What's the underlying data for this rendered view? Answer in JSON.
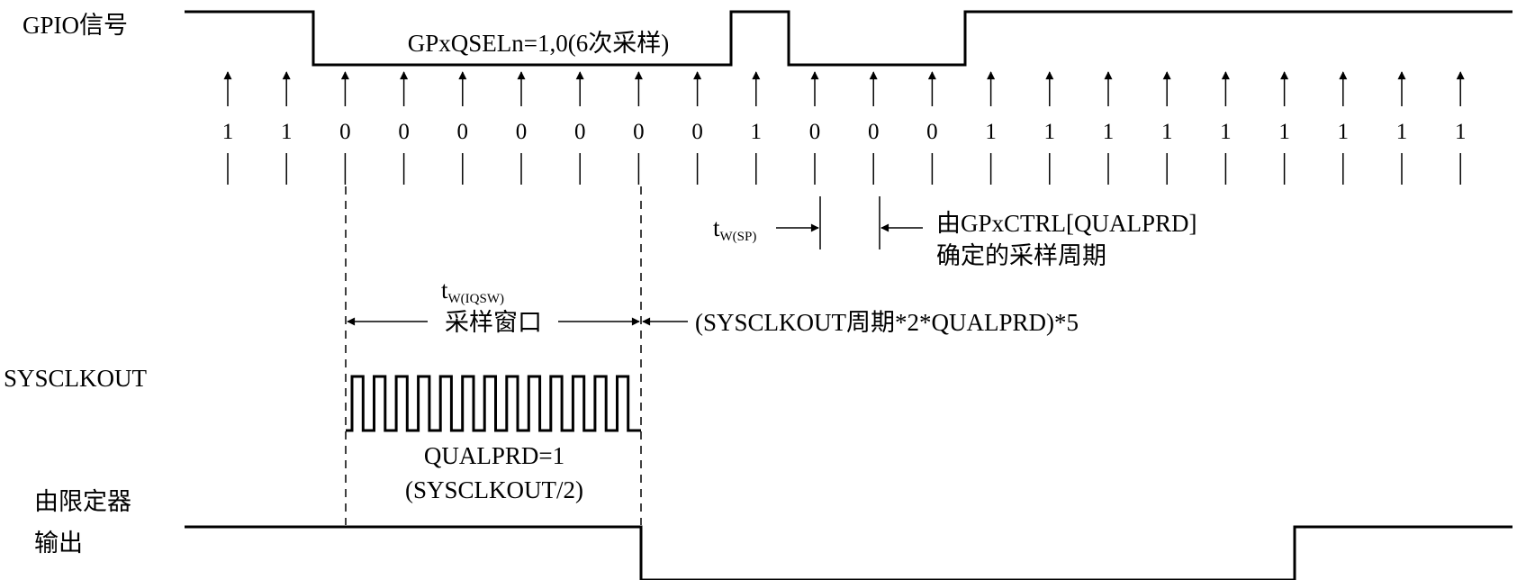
{
  "labels": {
    "gpio": "GPIO信号",
    "qsel": "GPxQSELn=1,0(6次采样)",
    "sysclkout": "SYSCLKOUT",
    "qualifier_line1": "由限定器",
    "qualifier_line2": "输出",
    "tw_sp_main": "t",
    "tw_sp_sub": "W(SP)",
    "qualprd_note_line1": "由GPxCTRL[QUALPRD]",
    "qualprd_note_line2": "确定的采样周期",
    "tw_iqsw_main": "t",
    "tw_iqsw_sub": "W(IQSW)",
    "window": "采样窗口",
    "window_formula": "(SYSCLKOUT周期*2*QUALPRD)*5",
    "clk_note_line1": "QUALPRD=1",
    "clk_note_line2": "(SYSCLKOUT/2)"
  },
  "samples": [
    "1",
    "1",
    "0",
    "0",
    "0",
    "0",
    "0",
    "0",
    "0",
    "1",
    "0",
    "0",
    "0",
    "1",
    "1",
    "1",
    "1",
    "1",
    "1",
    "1",
    "1",
    "1"
  ],
  "colors": {
    "ink": "#000000",
    "background": "#ffffff"
  }
}
